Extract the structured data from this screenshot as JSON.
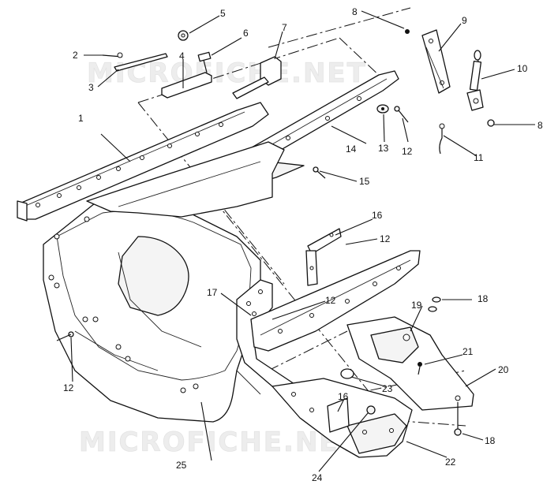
{
  "watermark": "MICROFICHE.NET",
  "callouts": {
    "c1": "1",
    "c2": "2",
    "c3": "3",
    "c4": "4",
    "c5": "5",
    "c6": "6",
    "c7": "7",
    "c8a": "8",
    "c8b": "8",
    "c9": "9",
    "c10": "10",
    "c11": "11",
    "c12a": "12",
    "c12b": "12",
    "c12c": "12",
    "c12d": "12",
    "c13": "13",
    "c14": "14",
    "c15": "15",
    "c16a": "16",
    "c16b": "16",
    "c17": "17",
    "c18a": "18",
    "c18b": "18",
    "c19": "19",
    "c20": "20",
    "c21": "21",
    "c22": "22",
    "c23": "23",
    "c24": "24",
    "c25": "25"
  }
}
